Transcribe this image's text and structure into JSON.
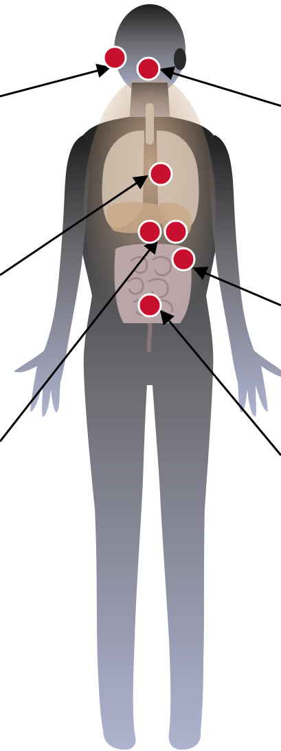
{
  "colors": {
    "background": "#ffffff",
    "marker_fill": "#c8102e",
    "marker_stroke": "#ffffff",
    "leader_line": "#000000",
    "body_top": "#1f1f1f",
    "body_mid": "#6b6b70",
    "body_bottom": "#aeb3cf",
    "organ_torso": "#c9a88a",
    "organ_lungs": "#d9c7b5",
    "organ_intestine": "#c4aeb0"
  },
  "figure": {
    "subject": "human-body-anatomy",
    "view": "front"
  },
  "markers": [
    {
      "name": "mouth-marker"
    },
    {
      "name": "jaw-marker"
    },
    {
      "name": "esophagus-marker"
    },
    {
      "name": "stomach-left-marker"
    },
    {
      "name": "stomach-right-marker"
    },
    {
      "name": "colon-marker"
    },
    {
      "name": "small-intestine-marker"
    }
  ],
  "leader_lines": [
    {
      "name": "mouth-leader-line"
    },
    {
      "name": "jaw-leader-line"
    },
    {
      "name": "esophagus-leader-line"
    },
    {
      "name": "stomach-leader-line"
    },
    {
      "name": "colon-leader-line"
    },
    {
      "name": "small-intestine-leader-line"
    }
  ]
}
